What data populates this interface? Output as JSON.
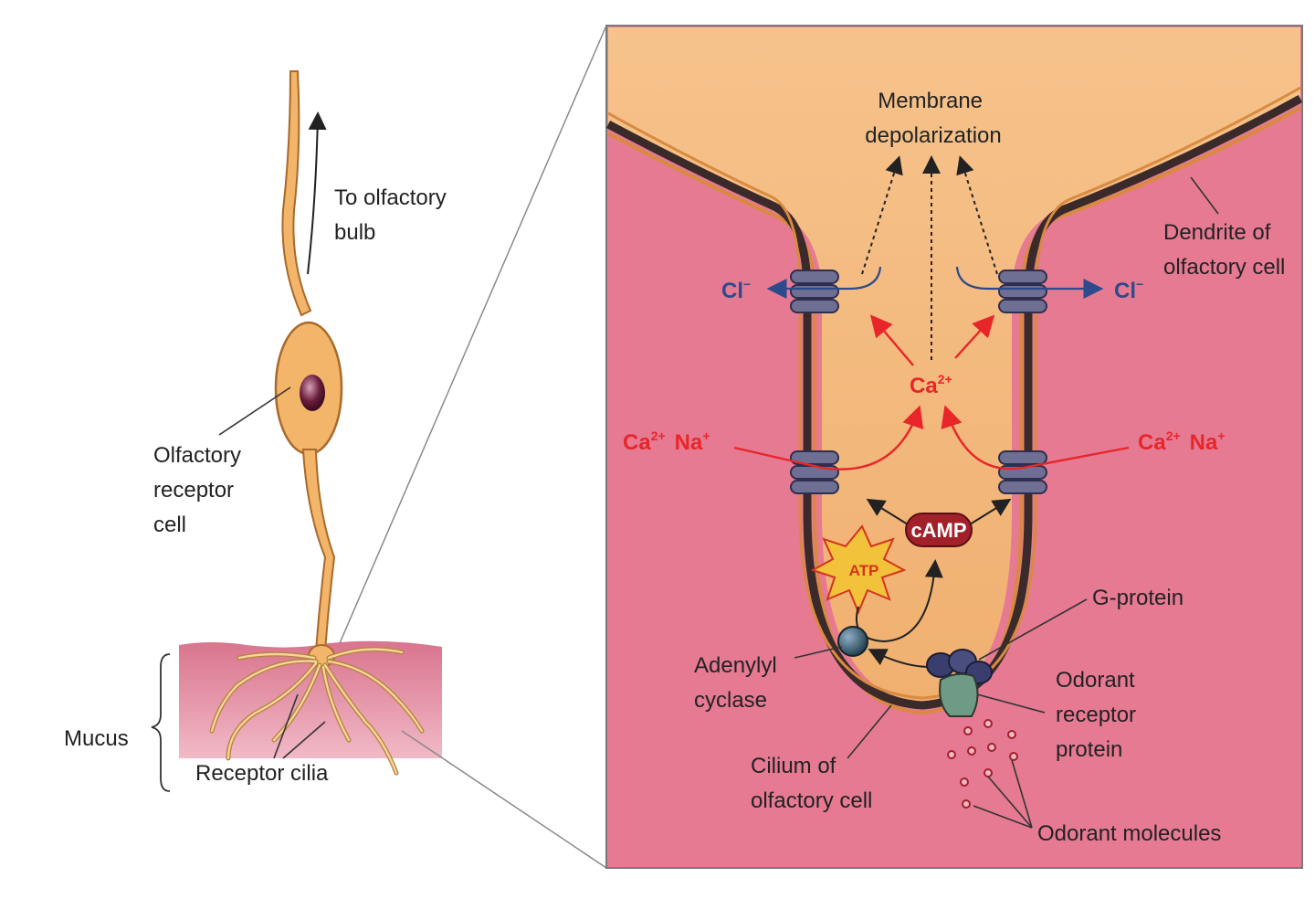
{
  "labels": {
    "to_olfactory_bulb": [
      "To olfactory",
      "bulb"
    ],
    "olfactory_receptor_cell": [
      "Olfactory",
      "receptor",
      "cell"
    ],
    "mucus": "Mucus",
    "receptor_cilia": "Receptor cilia",
    "membrane_depolarization": [
      "Membrane",
      "depolarization"
    ],
    "dendrite": [
      "Dendrite of",
      "olfactory cell"
    ],
    "cl_left": "Cl",
    "cl_right": "Cl",
    "cl_superscript": "−",
    "ca_center": "Ca",
    "ca_superscript": "2+",
    "ca_na_left": "Ca",
    "ca_na_right": "Ca",
    "na_text": "Na",
    "na_superscript": "+",
    "camp": "cAMP",
    "atp": "ATP",
    "g_protein": "G-protein",
    "adenylyl_cyclase": [
      "Adenylyl",
      "cyclase"
    ],
    "odorant_receptor_protein": [
      "Odorant",
      "receptor",
      "protein"
    ],
    "cilium": [
      "Cilium of",
      "olfactory cell"
    ],
    "odorant_molecules": "Odorant molecules"
  },
  "colors": {
    "cell_fill": "#f3b56a",
    "cell_stroke": "#a8692a",
    "pink_background": "#e67a92",
    "membrane_dark": "#3a2a2a",
    "ion_red": "#e8262a",
    "ion_blue": "#2c4b8c",
    "channel": "#6f6f94",
    "camp_fill": "#a1202a",
    "atp_fill": "#f2c23a"
  }
}
